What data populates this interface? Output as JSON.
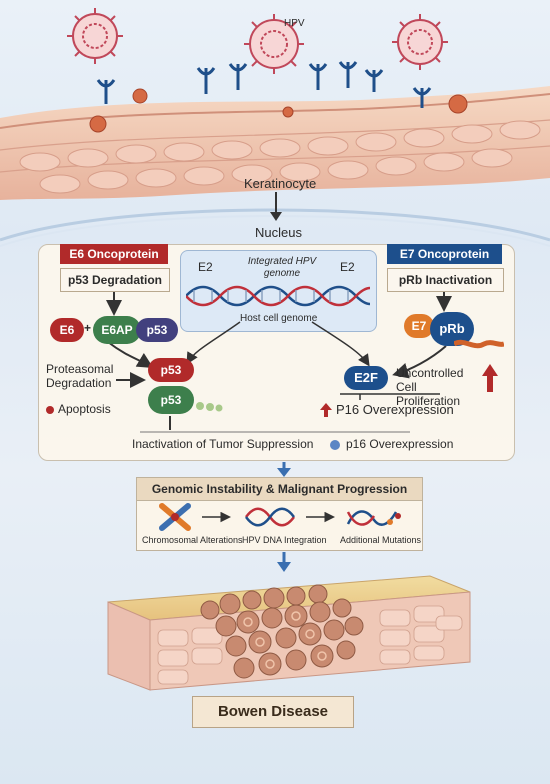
{
  "labels": {
    "hpv": "HPV",
    "keratinocyte": "Keratinocyte",
    "nucleus": "Nucleus",
    "e6_header": "E6 Oncoprotein",
    "e6_sub": "p53 Degradation",
    "e7_header": "E7 Oncoprotein",
    "e7_sub": "pRb Inactivation",
    "e2_left": "E2",
    "e2_right": "E2",
    "integrated_genome": "Integrated HPV genome",
    "host_genome": "Host cell genome",
    "e6": "E6",
    "plus": "+",
    "e6ap": "E6AP",
    "p53": "p53",
    "p53_upper": "p53",
    "p53_lower": "p53",
    "proteasomal": "Proteasomal Degradation",
    "apoptosis": "Apoptosis",
    "e7": "E7",
    "prb": "pRb",
    "e2f": "E2F",
    "uncontrolled": "Uncontrolled Cell Proliferation",
    "p16_over": "P16 Overexpression",
    "inactivation": "Inactivation of Tumor Suppression",
    "p16_legend": "p16 Overexpression",
    "genomic": "Genomic Instability & Malignant Progression",
    "chromosomal": "Chromosomal Alterations",
    "hpv_dna": "HPV DNA Integration",
    "additional": "Additional Mutations",
    "bowen": "Bowen Disease"
  },
  "colors": {
    "red": "#b12a2a",
    "blue": "#1d4f8c",
    "green": "#3d7f4c",
    "orange": "#e07a2a",
    "skin": "#e9b8a6"
  }
}
